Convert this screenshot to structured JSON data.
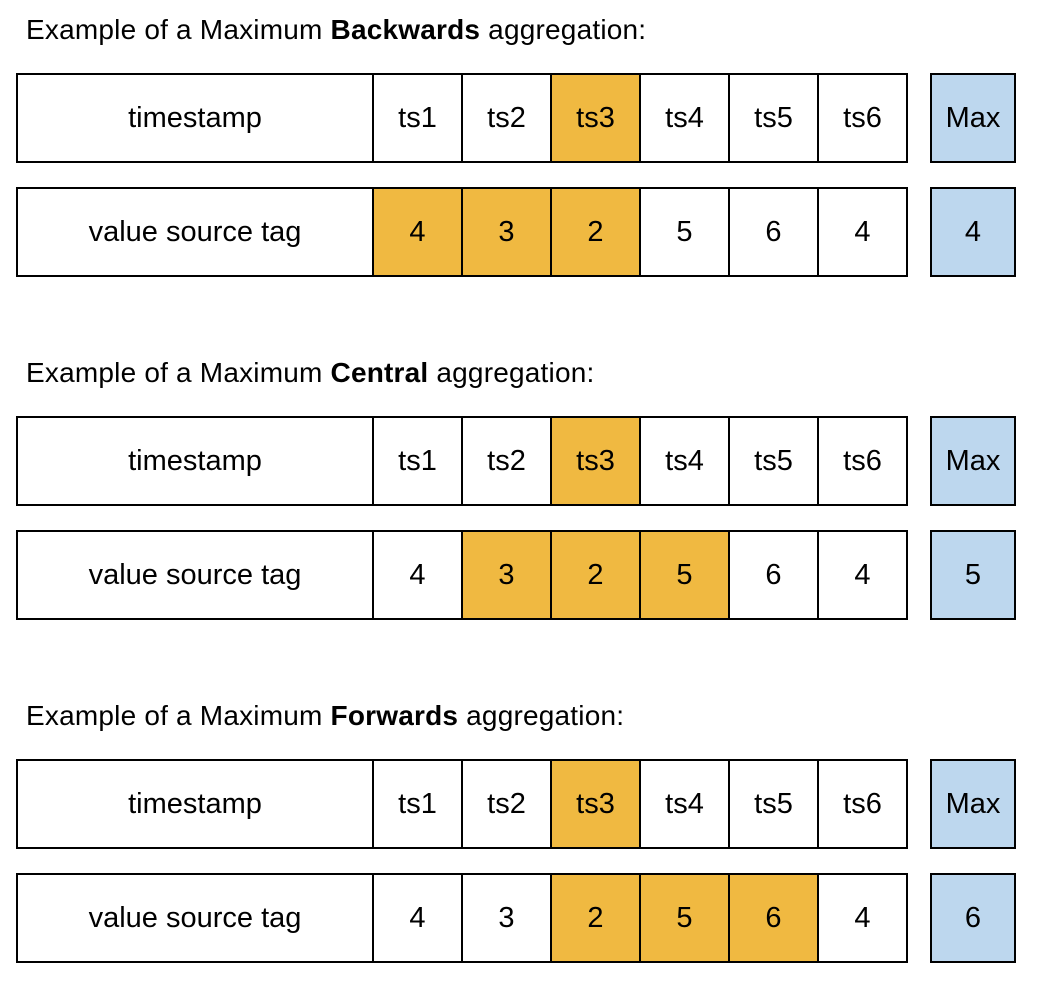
{
  "colors": {
    "highlight": "#F0B941",
    "max_background": "#BDD7EE",
    "border": "#000000",
    "text": "#000000",
    "page_background": "#FFFFFF"
  },
  "sections": [
    {
      "title_prefix": "Example of a Maximum ",
      "title_bold": "Backwards",
      "title_suffix": " aggregation:",
      "timestamp_row": {
        "label": "timestamp",
        "cells": [
          {
            "text": "ts1",
            "highlight": false
          },
          {
            "text": "ts2",
            "highlight": false
          },
          {
            "text": "ts3",
            "highlight": true
          },
          {
            "text": "ts4",
            "highlight": false
          },
          {
            "text": "ts5",
            "highlight": false
          },
          {
            "text": "ts6",
            "highlight": false
          }
        ],
        "max_label": "Max"
      },
      "value_row": {
        "label": "value source tag",
        "cells": [
          {
            "text": "4",
            "highlight": true
          },
          {
            "text": "3",
            "highlight": true
          },
          {
            "text": "2",
            "highlight": true
          },
          {
            "text": "5",
            "highlight": false
          },
          {
            "text": "6",
            "highlight": false
          },
          {
            "text": "4",
            "highlight": false
          }
        ],
        "max_value": "4"
      }
    },
    {
      "title_prefix": "Example of a Maximum ",
      "title_bold": "Central",
      "title_suffix": " aggregation:",
      "timestamp_row": {
        "label": "timestamp",
        "cells": [
          {
            "text": "ts1",
            "highlight": false
          },
          {
            "text": "ts2",
            "highlight": false
          },
          {
            "text": "ts3",
            "highlight": true
          },
          {
            "text": "ts4",
            "highlight": false
          },
          {
            "text": "ts5",
            "highlight": false
          },
          {
            "text": "ts6",
            "highlight": false
          }
        ],
        "max_label": "Max"
      },
      "value_row": {
        "label": "value source tag",
        "cells": [
          {
            "text": "4",
            "highlight": false
          },
          {
            "text": "3",
            "highlight": true
          },
          {
            "text": "2",
            "highlight": true
          },
          {
            "text": "5",
            "highlight": true
          },
          {
            "text": "6",
            "highlight": false
          },
          {
            "text": "4",
            "highlight": false
          }
        ],
        "max_value": "5"
      }
    },
    {
      "title_prefix": "Example of a Maximum ",
      "title_bold": "Forwards",
      "title_suffix": " aggregation:",
      "timestamp_row": {
        "label": "timestamp",
        "cells": [
          {
            "text": "ts1",
            "highlight": false
          },
          {
            "text": "ts2",
            "highlight": false
          },
          {
            "text": "ts3",
            "highlight": true
          },
          {
            "text": "ts4",
            "highlight": false
          },
          {
            "text": "ts5",
            "highlight": false
          },
          {
            "text": "ts6",
            "highlight": false
          }
        ],
        "max_label": "Max"
      },
      "value_row": {
        "label": "value source tag",
        "cells": [
          {
            "text": "4",
            "highlight": false
          },
          {
            "text": "3",
            "highlight": false
          },
          {
            "text": "2",
            "highlight": true
          },
          {
            "text": "5",
            "highlight": true
          },
          {
            "text": "6",
            "highlight": true
          },
          {
            "text": "4",
            "highlight": false
          }
        ],
        "max_value": "6"
      }
    }
  ]
}
